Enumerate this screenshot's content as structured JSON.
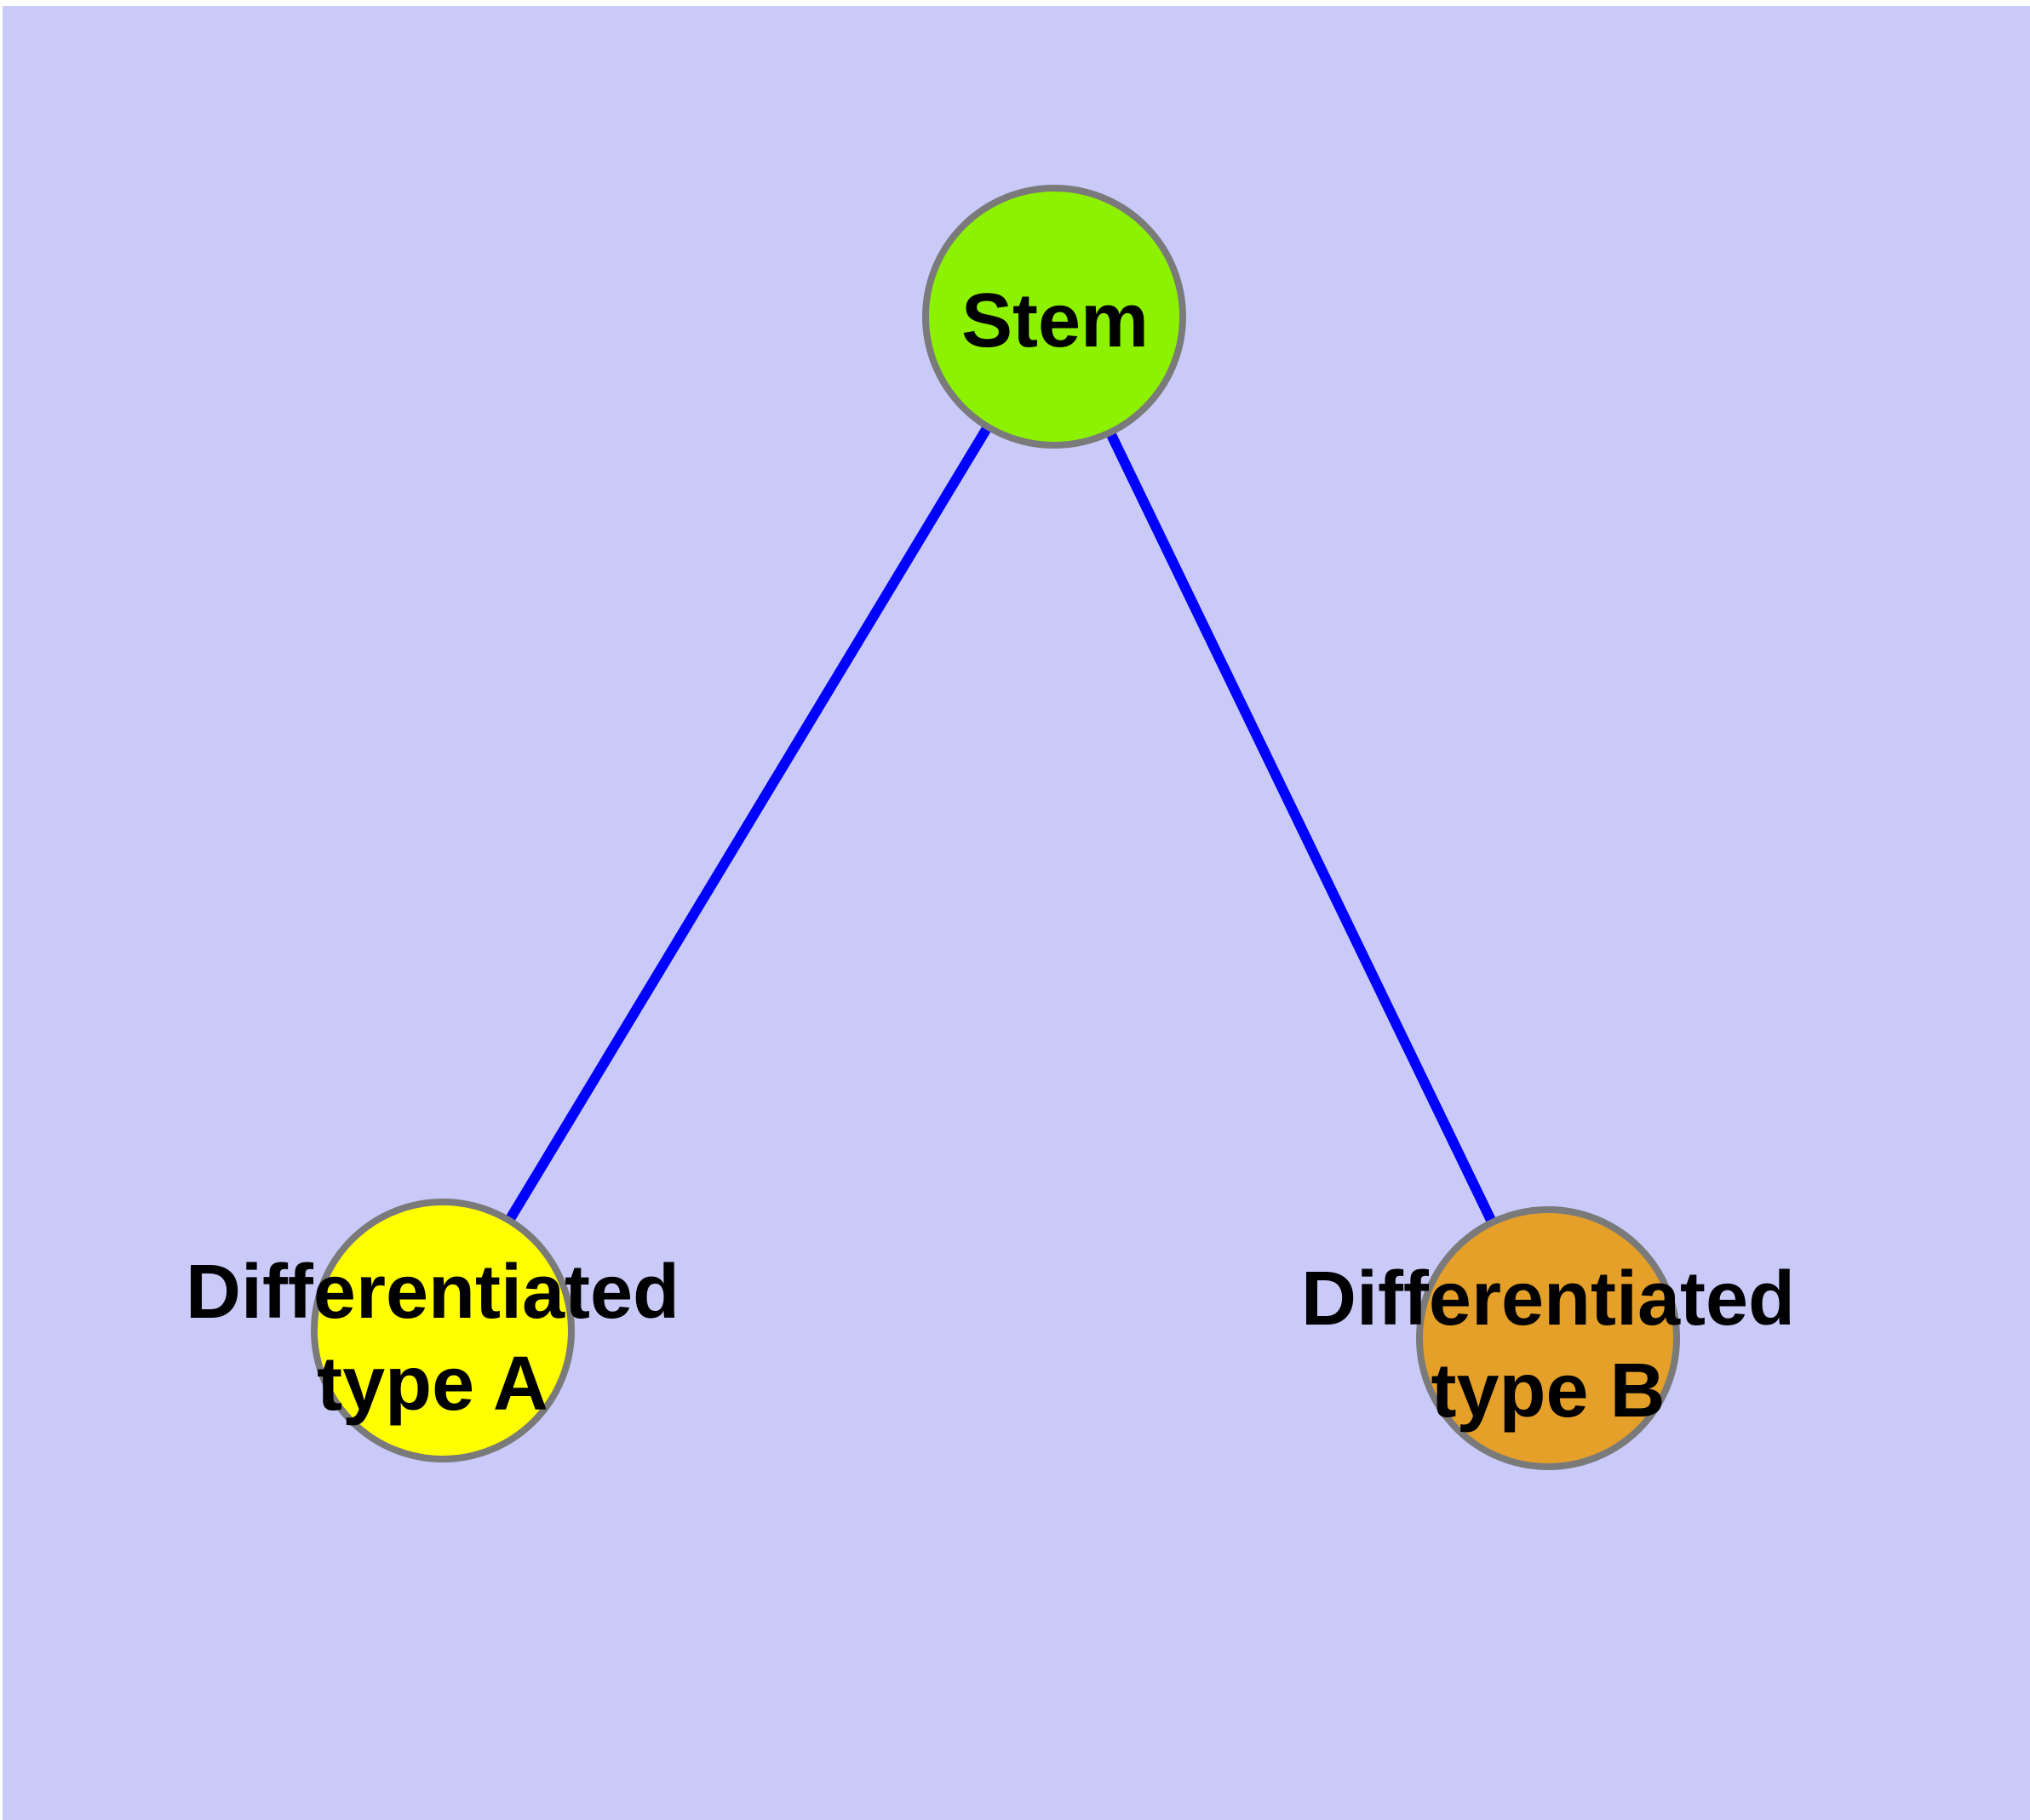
{
  "diagram": {
    "background_color": "#cacaf9",
    "page_margin_color": "#ffffff",
    "node_border_color": "#7a7a7a",
    "label_color": "#000000",
    "edge_color": "#0000ff",
    "nodes": [
      {
        "id": "stem",
        "label": "Stem",
        "fill": "#8df200"
      },
      {
        "id": "differentiated-type-a",
        "label_line1": "Differentiated",
        "label_line2": "type A",
        "fill": "#ffff00"
      },
      {
        "id": "differentiated-type-b",
        "label_line1": "Differentiated",
        "label_line2": "type B",
        "fill": "#e5a02a"
      }
    ],
    "edges": [
      {
        "from": "stem",
        "to": "differentiated-type-a"
      },
      {
        "from": "stem",
        "to": "differentiated-type-b"
      }
    ]
  }
}
